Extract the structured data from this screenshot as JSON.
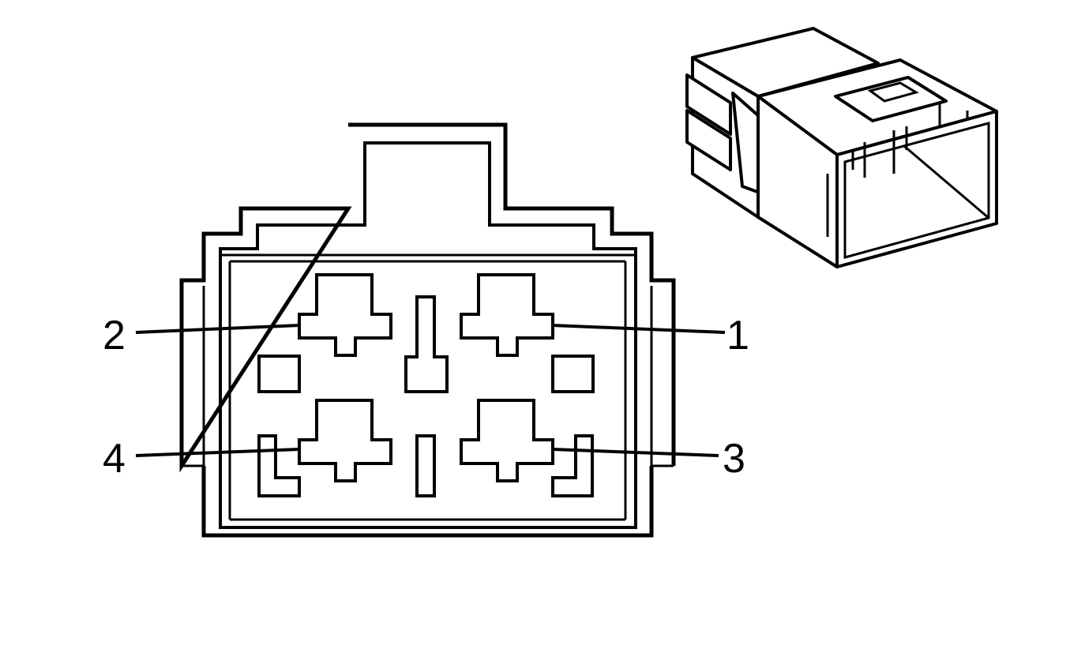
{
  "diagram": {
    "pin_labels": {
      "pin1": "1",
      "pin2": "2",
      "pin3": "3",
      "pin4": "4"
    }
  }
}
